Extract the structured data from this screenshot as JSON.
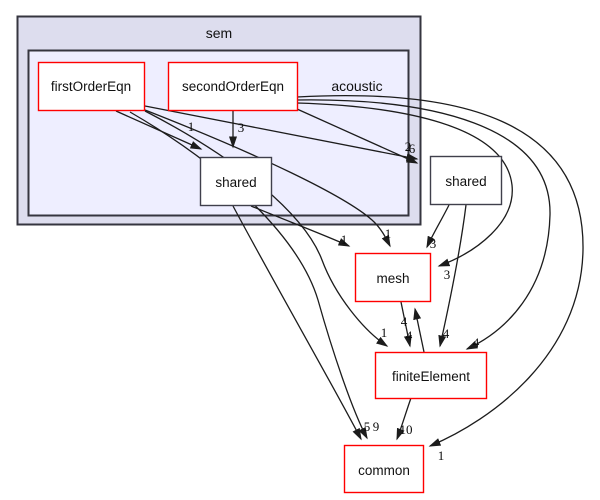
{
  "diagram": {
    "type": "directory-dependency-graph",
    "colors": {
      "outer_cluster_fill": "#ddddee",
      "inner_cluster_fill": "#eeeeff",
      "cluster_border": "#35353f",
      "node_fill": "#ffffff",
      "highlight_node_border": "#ff0000",
      "plain_node_border": "#3f3f4b",
      "edge_color": "#1c1c1c",
      "text_color": "#111111"
    },
    "clusters": {
      "outer": {
        "label": "sem"
      },
      "inner": {
        "label": "acoustic"
      }
    },
    "nodes": {
      "firstOrderEqn": {
        "label": "firstOrderEqn",
        "style": "red"
      },
      "secondOrderEqn": {
        "label": "secondOrderEqn",
        "style": "red"
      },
      "sharedAcoustic": {
        "label": "shared",
        "style": "plain"
      },
      "sharedSem": {
        "label": "shared",
        "style": "plain"
      },
      "mesh": {
        "label": "mesh",
        "style": "red"
      },
      "finiteElement": {
        "label": "finiteElement",
        "style": "red"
      },
      "common": {
        "label": "common",
        "style": "red"
      }
    },
    "edges": [
      {
        "from": "firstOrderEqn",
        "to": "sharedAcoustic",
        "count": "1"
      },
      {
        "from": "secondOrderEqn",
        "to": "sharedAcoustic",
        "count": "3"
      },
      {
        "from": "firstOrderEqn",
        "to": "sharedSem",
        "count": "2"
      },
      {
        "from": "secondOrderEqn",
        "to": "sharedSem",
        "count": "6"
      },
      {
        "from": "sharedAcoustic",
        "to": "mesh",
        "count": "1"
      },
      {
        "from": "firstOrderEqn",
        "to": "mesh",
        "count": "1"
      },
      {
        "from": "sharedSem",
        "to": "mesh",
        "count": "3"
      },
      {
        "from": "secondOrderEqn",
        "to": "mesh",
        "count": "3"
      },
      {
        "from": "firstOrderEqn",
        "to": "finiteElement",
        "count": "1"
      },
      {
        "from": "mesh",
        "to": "finiteElement",
        "count": "4"
      },
      {
        "from": "finiteElement",
        "to": "mesh",
        "count": "4"
      },
      {
        "from": "sharedSem",
        "to": "finiteElement",
        "count": "4"
      },
      {
        "from": "secondOrderEqn",
        "to": "finiteElement",
        "count": "4"
      },
      {
        "from": "sharedAcoustic",
        "to": "common",
        "count": "5"
      },
      {
        "from": "firstOrderEqn",
        "to": "common",
        "count": "9"
      },
      {
        "from": "finiteElement",
        "to": "common",
        "count": "10"
      },
      {
        "from": "secondOrderEqn",
        "to": "common",
        "count": "1"
      }
    ]
  }
}
